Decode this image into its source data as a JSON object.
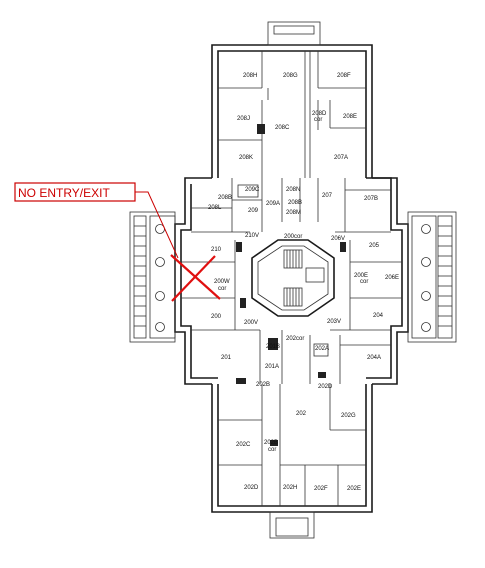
{
  "callout": {
    "text": "NO ENTRY/EXIT",
    "text_color": "#cc0000",
    "mark_color": "#e01010"
  },
  "rooms": [
    "208H",
    "208G",
    "208F",
    "208J",
    "208C",
    "208D",
    "cor",
    "208E",
    "208K",
    "207A",
    "209C",
    "208N",
    "208B",
    "207",
    "209A",
    "208L",
    "209",
    "208B",
    "208M",
    "207B",
    "210V",
    "200cor",
    "206V",
    "210",
    "205",
    "200W",
    "cor",
    "200E",
    "cor",
    "206E",
    "200",
    "204",
    "200V",
    "203V",
    "202cor",
    "201B",
    "202A",
    "201",
    "204A",
    "201A",
    "202B",
    "202D",
    "202",
    "202G",
    "202C",
    "202B",
    "cor",
    "202D",
    "202H",
    "202F",
    "202E"
  ]
}
